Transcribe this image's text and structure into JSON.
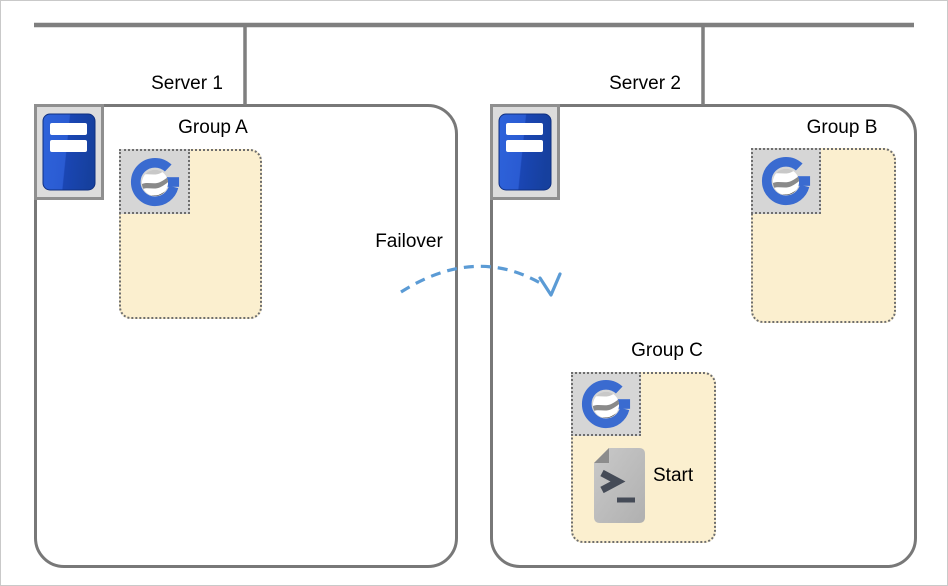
{
  "diagram": {
    "servers": [
      {
        "label": "Server 1"
      },
      {
        "label": "Server 2"
      }
    ],
    "groups": [
      {
        "label": "Group A"
      },
      {
        "label": "Group B"
      },
      {
        "label": "Group C",
        "script_label": "Start"
      }
    ],
    "failover_label": "Failover"
  },
  "icons": {
    "server": "server-tower-icon",
    "group_app": "g-globe-logo-icon",
    "script": "script-file-icon",
    "failover": "failover-dashed-arrow-icon"
  },
  "colors": {
    "network_line": "#7f7f7f",
    "server_box_border": "#787878",
    "group_fill": "#FBEFCF",
    "dotted_border": "#6e6e6e",
    "tile_fill": "#D6D6D6",
    "server_blue_light": "#2E63DB",
    "server_blue_dark": "#16409E",
    "logo_blue": "#3A6BD0",
    "arrow_blue": "#5B9BD5",
    "script_fill": "#BFBFBF",
    "text": "#000000"
  }
}
